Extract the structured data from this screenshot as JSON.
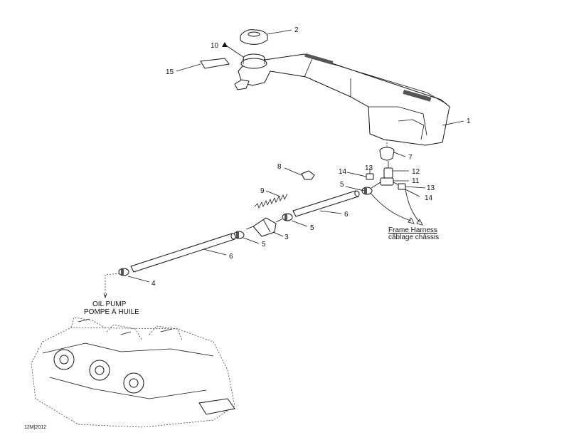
{
  "callouts": {
    "c1": "1",
    "c2": "2",
    "c3": "3",
    "c4": "4",
    "c5a": "5",
    "c5b": "5",
    "c5c": "5",
    "c6a": "6",
    "c6b": "6",
    "c7": "7",
    "c8": "8",
    "c9": "9",
    "c10": "10",
    "c11": "11",
    "c12": "12",
    "c13a": "13",
    "c13b": "13",
    "c14a": "14",
    "c14b": "14",
    "c15": "15"
  },
  "notes": {
    "frame_harness_en": "Frame Harness",
    "frame_harness_fr": "câblage châssis",
    "oil_pump_en": "OIL PUMP",
    "oil_pump_fr": "POMPE À HUILE"
  },
  "figure_code": "12M|2012"
}
